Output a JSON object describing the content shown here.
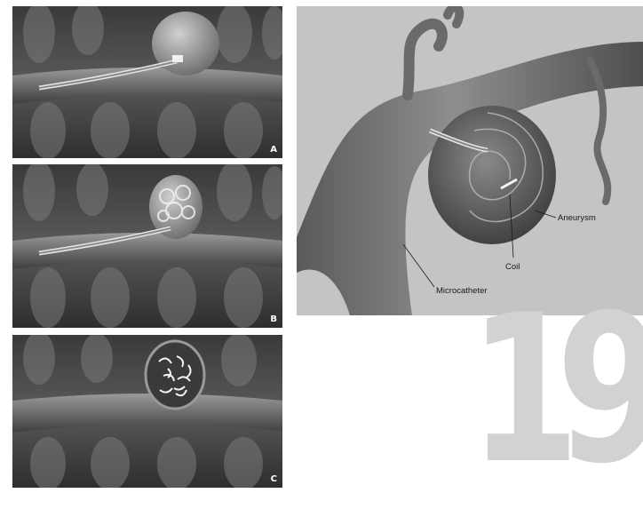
{
  "panels": [
    {
      "label": "A"
    },
    {
      "label": "B"
    },
    {
      "label": "C"
    }
  ],
  "main_illustration": {
    "labels": {
      "aneurysm": "Aneurysm",
      "coil": "Coil",
      "microcatheter": "Microcatheter"
    }
  },
  "chapter_number": "19"
}
